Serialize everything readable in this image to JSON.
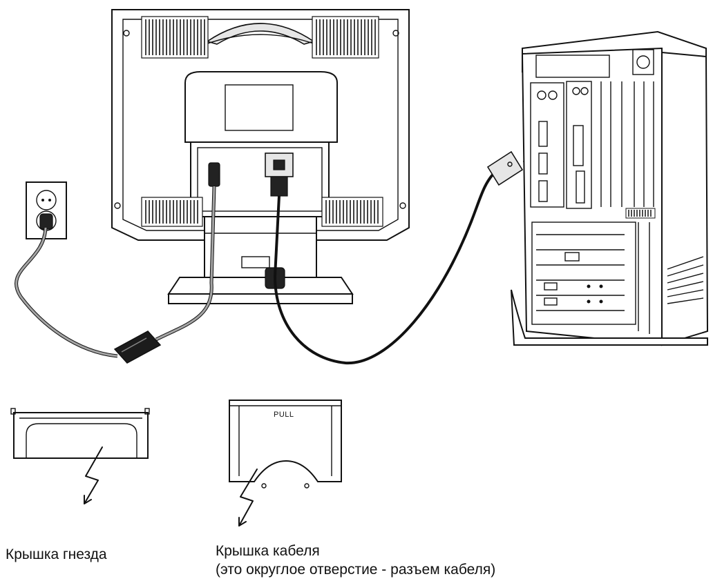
{
  "labels": {
    "jack_cover": "Крышка гнезда",
    "cable_cover_line1": "Крышка кабеля",
    "cable_cover_line2": "(это округлое отверстие - разъем кабеля)",
    "pull": "PULL"
  },
  "icons": [
    "wall-outlet-icon",
    "power-adapter-icon",
    "monitor-back-icon",
    "computer-tower-icon",
    "vga-connector-icon"
  ],
  "colors": {
    "line": "#111111",
    "background": "#ffffff",
    "power_cable": "#9a9a9a",
    "signal_cable": "#111111"
  }
}
